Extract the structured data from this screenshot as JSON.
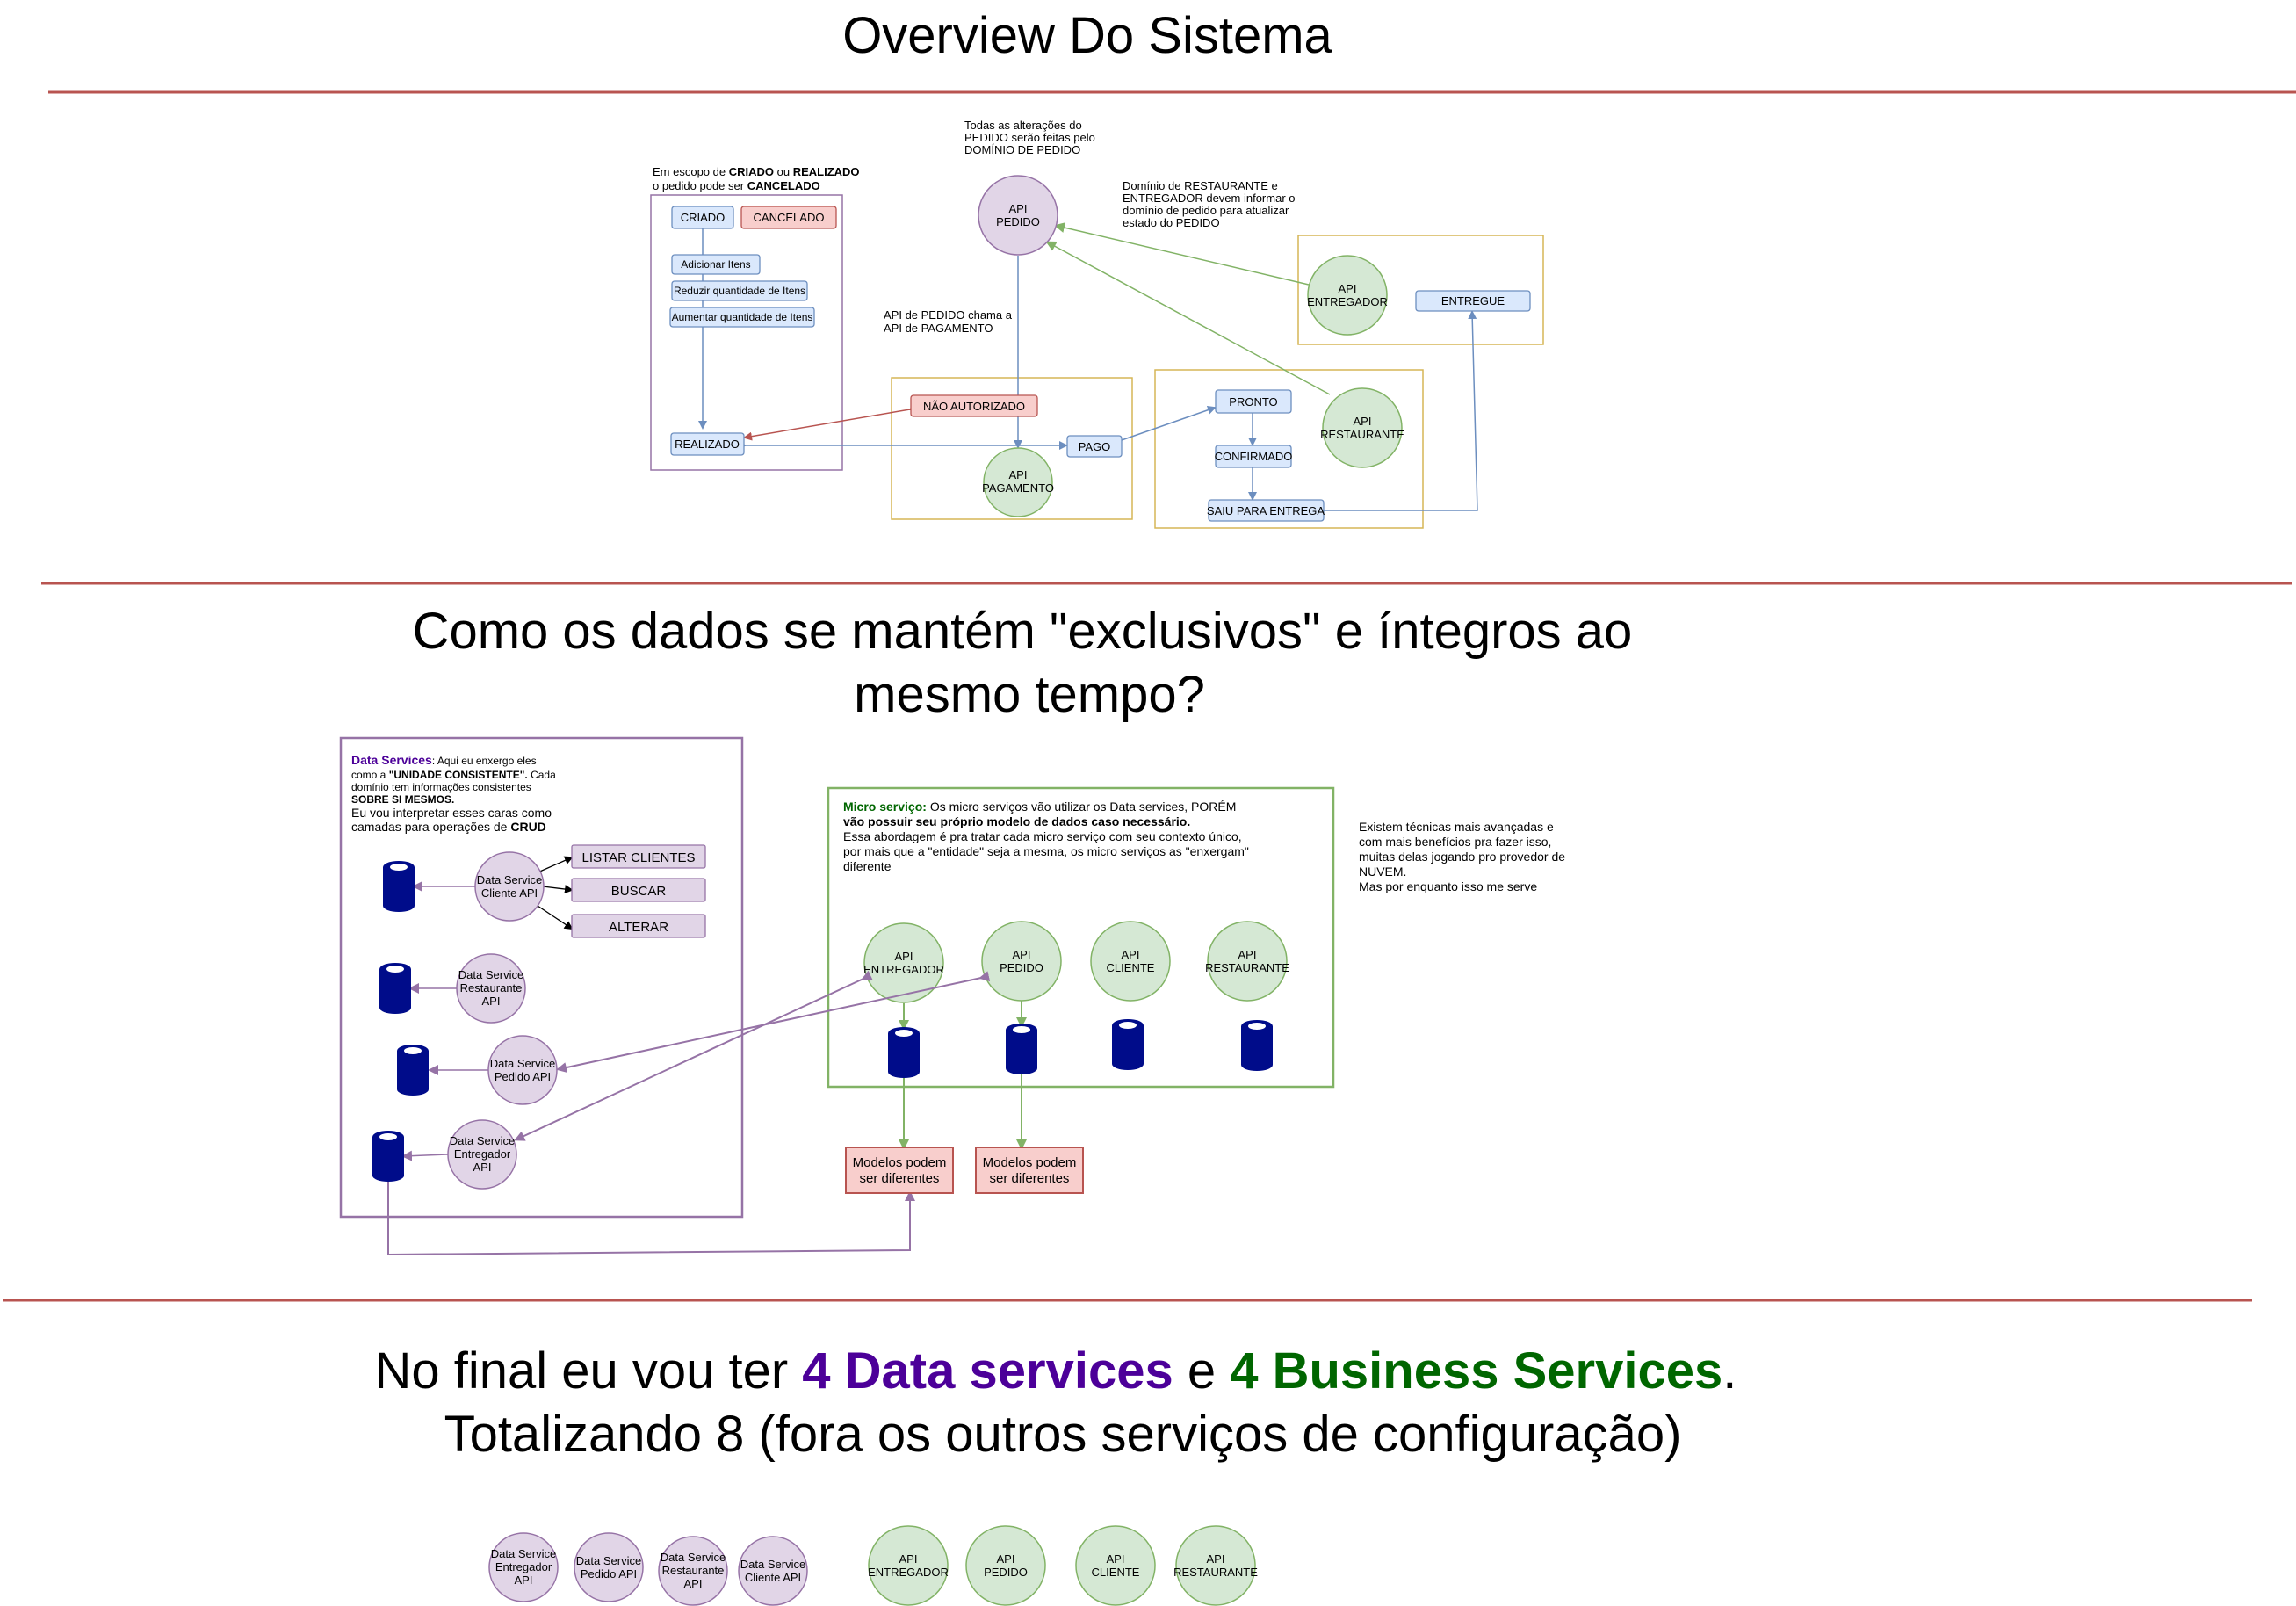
{
  "section1": {
    "title": "Overview Do Sistema",
    "note_scope": [
      "Em escopo de ",
      "CRIADO",
      " ou ",
      "REALIZADO",
      "o pedido pode ser ",
      "CANCELADO"
    ],
    "note_domain": [
      "Todas as alterações do",
      "PEDIDO serão feitas pelo",
      "DOMÍNIO DE PEDIDO"
    ],
    "note_inform": [
      "Domínio de  RESTAURANTE e",
      "ENTREGADOR devem informar o",
      "domínio de pedido para atualizar",
      "estado do PEDIDO"
    ],
    "note_calls": [
      "API de PEDIDO chama a",
      "API de PAGAMENTO"
    ],
    "states": {
      "criado": "CRIADO",
      "cancelado": "CANCELADO",
      "adicionar": "Adicionar Itens",
      "reduzir": "Reduzir quantidade de Itens",
      "aumentar": "Aumentar quantidade de Itens",
      "realizado": "REALIZADO",
      "nao_autorizado": "NÃO AUTORIZADO",
      "pago": "PAGO",
      "pronto": "PRONTO",
      "confirmado": "CONFIRMADO",
      "saiu": "SAIU PARA ENTREGA",
      "entregue": "ENTREGUE"
    },
    "apis": {
      "pedido": [
        "API",
        "PEDIDO"
      ],
      "pagamento": [
        "API",
        "PAGAMENTO"
      ],
      "entregador": [
        "API",
        "ENTREGADOR"
      ],
      "restaurante": [
        "API",
        "RESTAURANTE"
      ]
    }
  },
  "section2": {
    "title_lines": [
      "Como os dados se mantém \"exclusivos\" e íntegros ao",
      "mesmo tempo?"
    ],
    "data_services_note": {
      "label": "Data Services",
      "line1": ": Aqui eu enxergo eles",
      "line2a": "como a ",
      "line2b": "\"UNIDADE CONSISTENTE\".",
      "line2c": " Cada",
      "line3": "domínio tem informações consistentes",
      "line4": "SOBRE SI MESMOS.",
      "line5": "Eu vou interpretar esses caras como",
      "line6a": "camadas para operações de ",
      "line6b": "CRUD"
    },
    "crud_buttons": [
      "LISTAR CLIENTES",
      "BUSCAR",
      "ALTERAR"
    ],
    "data_services": [
      [
        "Data Service",
        "Cliente API"
      ],
      [
        "Data Service",
        "Restaurante",
        "API"
      ],
      [
        "Data Service",
        "Pedido API"
      ],
      [
        "Data Service",
        "Entregador",
        "API"
      ]
    ],
    "micro_note": {
      "label": "Micro serviço:",
      "line1": " Os micro serviços vão utilizar os Data services, PORÉM",
      "line2": "vão possuir seu próprio modelo de dados caso necessário.",
      "line3": "Essa abordagem é pra tratar cada micro serviço com seu contexto único,",
      "line4": "por mais que a \"entidade\" seja a mesma, os micro serviços as \"enxergam\"",
      "line5": "diferente"
    },
    "micro_apis": [
      [
        "API",
        "ENTREGADOR"
      ],
      [
        "API",
        "PEDIDO"
      ],
      [
        "API",
        "CLIENTE"
      ],
      [
        "API",
        "RESTAURANTE"
      ]
    ],
    "models_box": [
      "Modelos podem",
      "ser diferentes"
    ],
    "side_note": [
      "Existem técnicas mais avançadas e",
      "com mais benefícios pra fazer isso,",
      "muitas delas jogando pro provedor de",
      "NUVEM.",
      "Mas por enquanto isso me serve"
    ]
  },
  "section3": {
    "line1_a": "No final eu vou ter ",
    "line1_b": "4 Data services",
    "line1_c": " e ",
    "line1_d": "4 Business Services",
    "line1_e": ".",
    "line2": "Totalizando 8 (fora os outros serviços de configuração)",
    "data_services": [
      [
        "Data Service",
        "Entregador",
        "API"
      ],
      [
        "Data Service",
        "Pedido API"
      ],
      [
        "Data Service",
        "Restaurante",
        "API"
      ],
      [
        "Data Service",
        "Cliente API"
      ]
    ],
    "business_services": [
      [
        "API",
        "ENTREGADOR"
      ],
      [
        "API",
        "PEDIDO"
      ],
      [
        "API",
        "CLIENTE"
      ],
      [
        "API",
        "RESTAURANTE"
      ]
    ]
  },
  "colors": {
    "divider": "#b85450",
    "purple_fill": "#e1d5e7",
    "purple_stroke": "#9673a6",
    "green_fill": "#d5e8d4",
    "green_stroke": "#82b366",
    "blue_fill": "#dae8fc",
    "blue_stroke": "#6c8ebf",
    "red_fill": "#f8cecc",
    "red_stroke": "#b85450",
    "orange_stroke": "#d6b656",
    "db_navy": "#000c8a",
    "data_accent": "#4c0099",
    "business_accent": "#006600"
  }
}
